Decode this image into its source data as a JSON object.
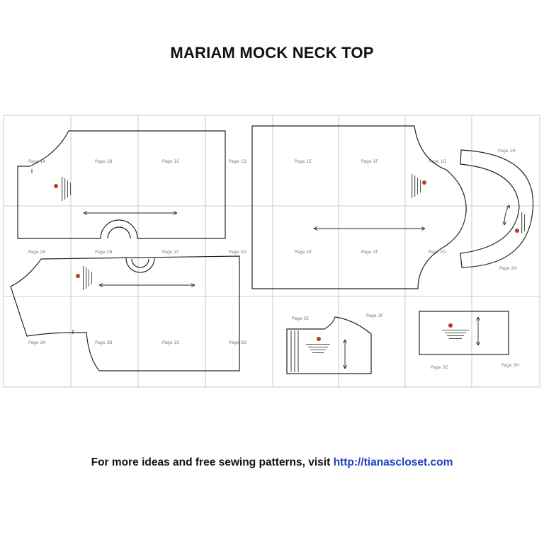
{
  "title": "MARIAM MOCK NECK TOP",
  "footer": {
    "prefix": "For more ideas and free sewing patterns, visit ",
    "link": "http://tianascloset.com"
  },
  "pages": [
    "Page 1A",
    "Page 1B",
    "Page 1C",
    "Page 1D",
    "Page 1E",
    "Page 1F",
    "Page 1G",
    "Page 1H",
    "Page 2A",
    "Page 2B",
    "Page 2C",
    "Page 2D",
    "Page 2E",
    "Page 2F",
    "Page 2G",
    "Page 2H",
    "Page 3A",
    "Page 3B",
    "Page 3C",
    "Page 3D",
    "Page 3E",
    "Page 3F",
    "Page 3G",
    "Page 3H"
  ],
  "colors": {
    "link": "#1f3fbf",
    "logo": "#c0392b"
  }
}
